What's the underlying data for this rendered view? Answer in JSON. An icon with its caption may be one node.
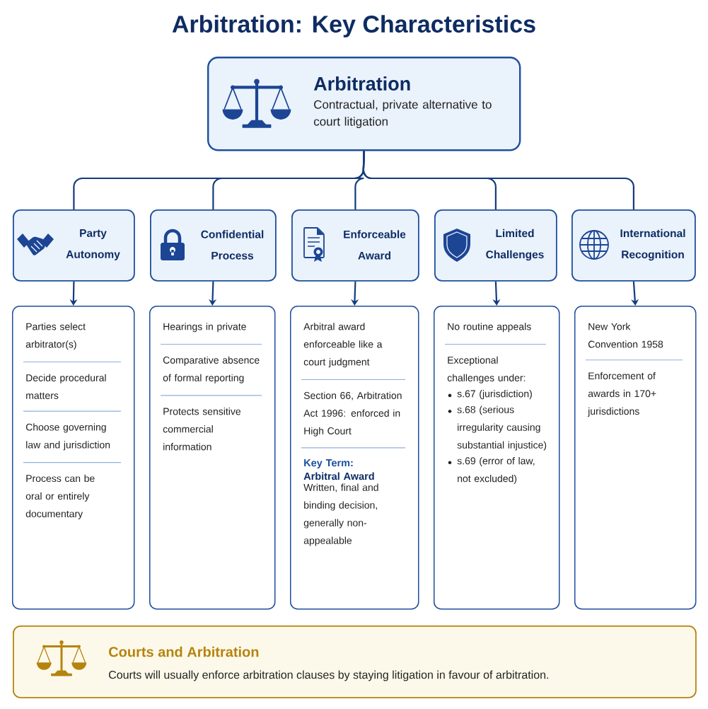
{
  "diagram": {
    "title": "Arbitration: Key Characteristics",
    "nodes": [
      {
        "text": [
          "Arbitration",
          "Contractual, private alternative to court litigation"
        ]
      },
      {
        "text": [
          "Party Autonomy"
        ]
      },
      {
        "text": [
          "Confidential Process"
        ]
      },
      {
        "text": [
          "Enforceable Award"
        ]
      },
      {
        "text": [
          "Limited Challenges"
        ]
      },
      {
        "text": [
          "International Recognition"
        ]
      },
      {
        "text": [
          "Parties select arbitrator(s)",
          "Decide procedural matters",
          "Choose governing law and jurisdiction",
          "Process can be oral or entirely documentary"
        ]
      },
      {
        "text": [
          "Hearings in private",
          "Comparative absence of formal reporting",
          "Protects sensitive commercial information"
        ]
      },
      {
        "text": [
          "Arbitral award enforceable like a court judgment",
          "Section 66, Arbitration Act 1996: enforced in High Court",
          "Key Term:",
          "Arbitral Award",
          "Written, final and binding decision, generally non-appealable"
        ]
      },
      {
        "text": [
          "No routine appeals",
          "Exceptional challenges under:",
          "s.67 (jurisdiction)",
          "s.68 (serious irregularity causing substantial injustice)",
          "s.69 (error of law, not excluded)"
        ]
      },
      {
        "text": [
          "New York Convention 1958",
          "Enforcement of awards in 170+ jurisdictions"
        ]
      },
      {
        "text": [
          "Courts and Arbitration",
          "Courts will usually enforce arbitration clauses by staying litigation in favour of arbitration."
        ]
      }
    ],
    "edges": [
      {
        "from": 0,
        "to": 1,
        "arrow": "none"
      },
      {
        "from": 0,
        "to": 2,
        "arrow": "none"
      },
      {
        "from": 0,
        "to": 3,
        "arrow": "none"
      },
      {
        "from": 0,
        "to": 4,
        "arrow": "none"
      },
      {
        "from": 0,
        "to": 5,
        "arrow": "none"
      },
      {
        "from": 1,
        "to": 6,
        "arrow": "to"
      },
      {
        "from": 2,
        "to": 7,
        "arrow": "to"
      },
      {
        "from": 3,
        "to": 8,
        "arrow": "to"
      },
      {
        "from": 4,
        "to": 9,
        "arrow": "to"
      },
      {
        "from": 5,
        "to": 10,
        "arrow": "to"
      }
    ]
  }
}
